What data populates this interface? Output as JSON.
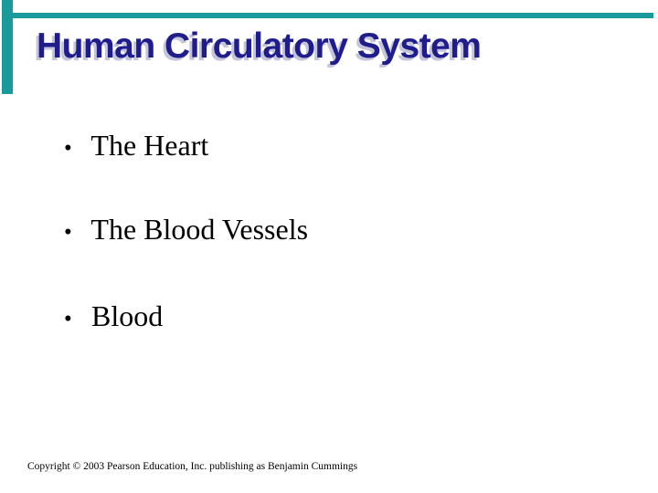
{
  "slide": {
    "title": "Human Circulatory System",
    "bullet_char": "•",
    "bullets": [
      "The Heart",
      "The Blood Vessels",
      "Blood"
    ],
    "footer": "Copyright © 2003 Pearson Education, Inc. publishing as Benjamin Cummings",
    "colors": {
      "accent_teal": "#1a9a9a",
      "title_text": "#1f1c8c",
      "title_shadow": "#c4c4dc",
      "body_text": "#000000",
      "background": "#ffffff"
    }
  }
}
